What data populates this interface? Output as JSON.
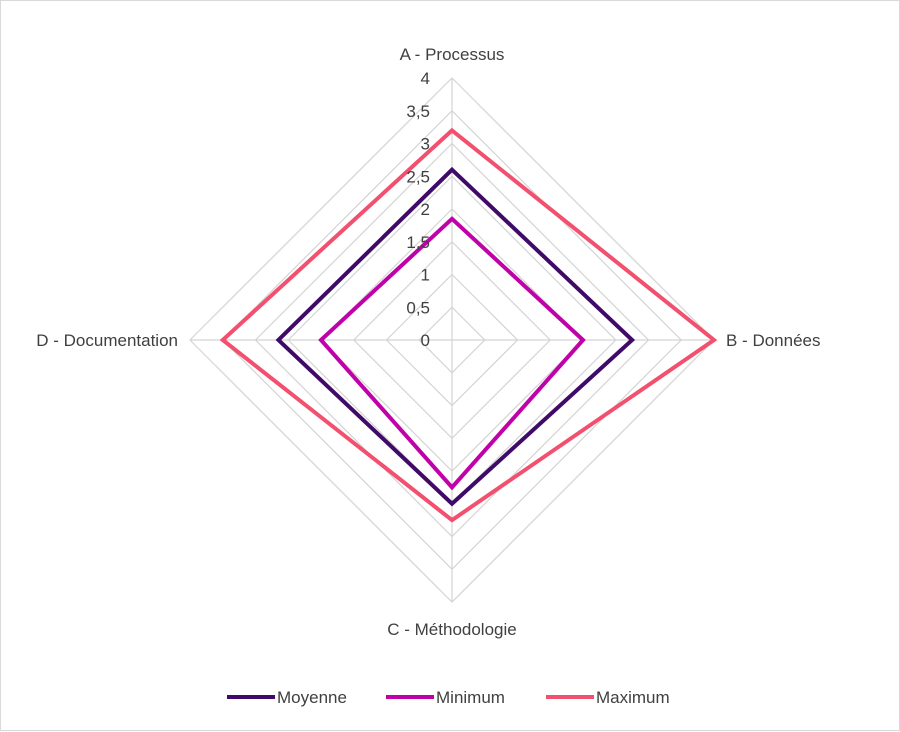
{
  "chart_data": {
    "type": "radar",
    "title": "",
    "axes": [
      "A - Processus",
      "B - Données",
      "C - Méthodologie",
      "D - Documentation"
    ],
    "rlim": [
      0,
      4
    ],
    "ticks": [
      0,
      0.5,
      1,
      1.5,
      2,
      2.5,
      3,
      3.5,
      4
    ],
    "tick_labels": [
      "0",
      "0,5",
      "1",
      "1,5",
      "2",
      "2,5",
      "3",
      "3,5",
      "4"
    ],
    "grid": true,
    "legend_position": "bottom",
    "series": [
      {
        "name": "Moyenne",
        "color": "#3f0a68",
        "values": [
          2.6,
          2.75,
          2.5,
          2.65
        ]
      },
      {
        "name": "Minimum",
        "color": "#c000a8",
        "values": [
          1.85,
          2.0,
          2.25,
          2.0
        ]
      },
      {
        "name": "Maximum",
        "color": "#f2506e",
        "values": [
          3.2,
          4.0,
          2.75,
          3.5
        ]
      }
    ]
  }
}
